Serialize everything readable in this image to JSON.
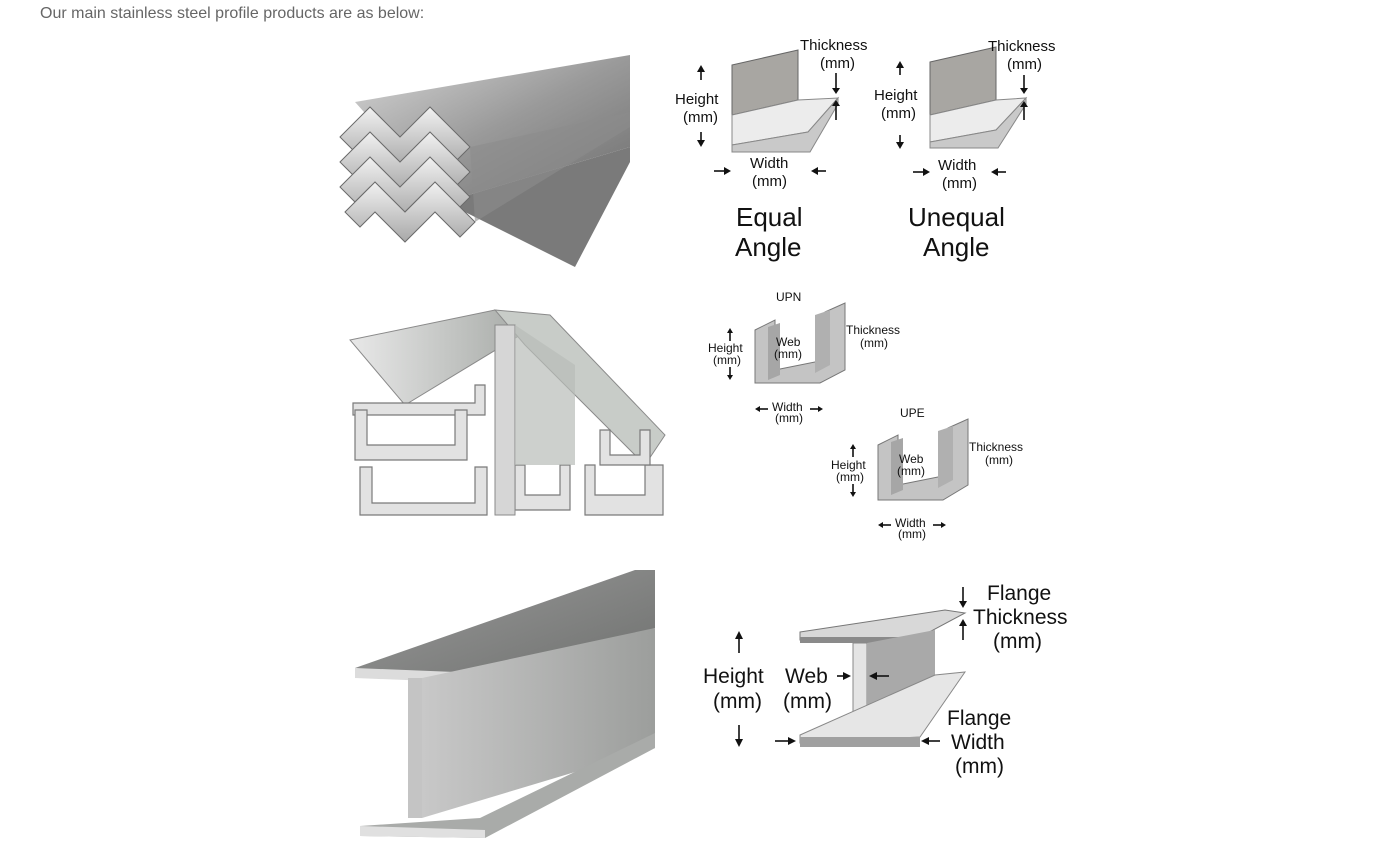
{
  "intro_text": "Our main stainless steel profile products are as below:",
  "angle": {
    "equal": {
      "thickness": "Thickness",
      "height": "Height",
      "width": "Width",
      "unit": "(mm)",
      "title_line1": "Equal",
      "title_line2": "Angle"
    },
    "unequal": {
      "thickness": "Thickness",
      "height": "Height",
      "width": "Width",
      "unit": "(mm)",
      "title_line1": "Unequal",
      "title_line2": "Angle"
    }
  },
  "channel": {
    "upn": {
      "title": "UPN",
      "height": "Height",
      "web": "Web",
      "thickness": "Thickness",
      "width": "Width",
      "unit": "(mm)"
    },
    "upe": {
      "title": "UPE",
      "height": "Height",
      "web": "Web",
      "thickness": "Thickness",
      "width": "Width",
      "unit": "(mm)"
    }
  },
  "beam": {
    "flange_thickness_line1": "Flange",
    "flange_thickness_line2": "Thickness",
    "flange_thickness_unit": "(mm)",
    "height": "Height",
    "height_unit": "(mm)",
    "web": "Web",
    "web_unit": "(mm)",
    "flange_width_line1": "Flange",
    "flange_width_line2": "Width",
    "flange_width_unit": "(mm)"
  },
  "colors": {
    "intro_text": "#666666",
    "steel_light": "#e6e6e6",
    "steel_mid": "#b4b4b4",
    "steel_dark": "#8a8a8a"
  }
}
